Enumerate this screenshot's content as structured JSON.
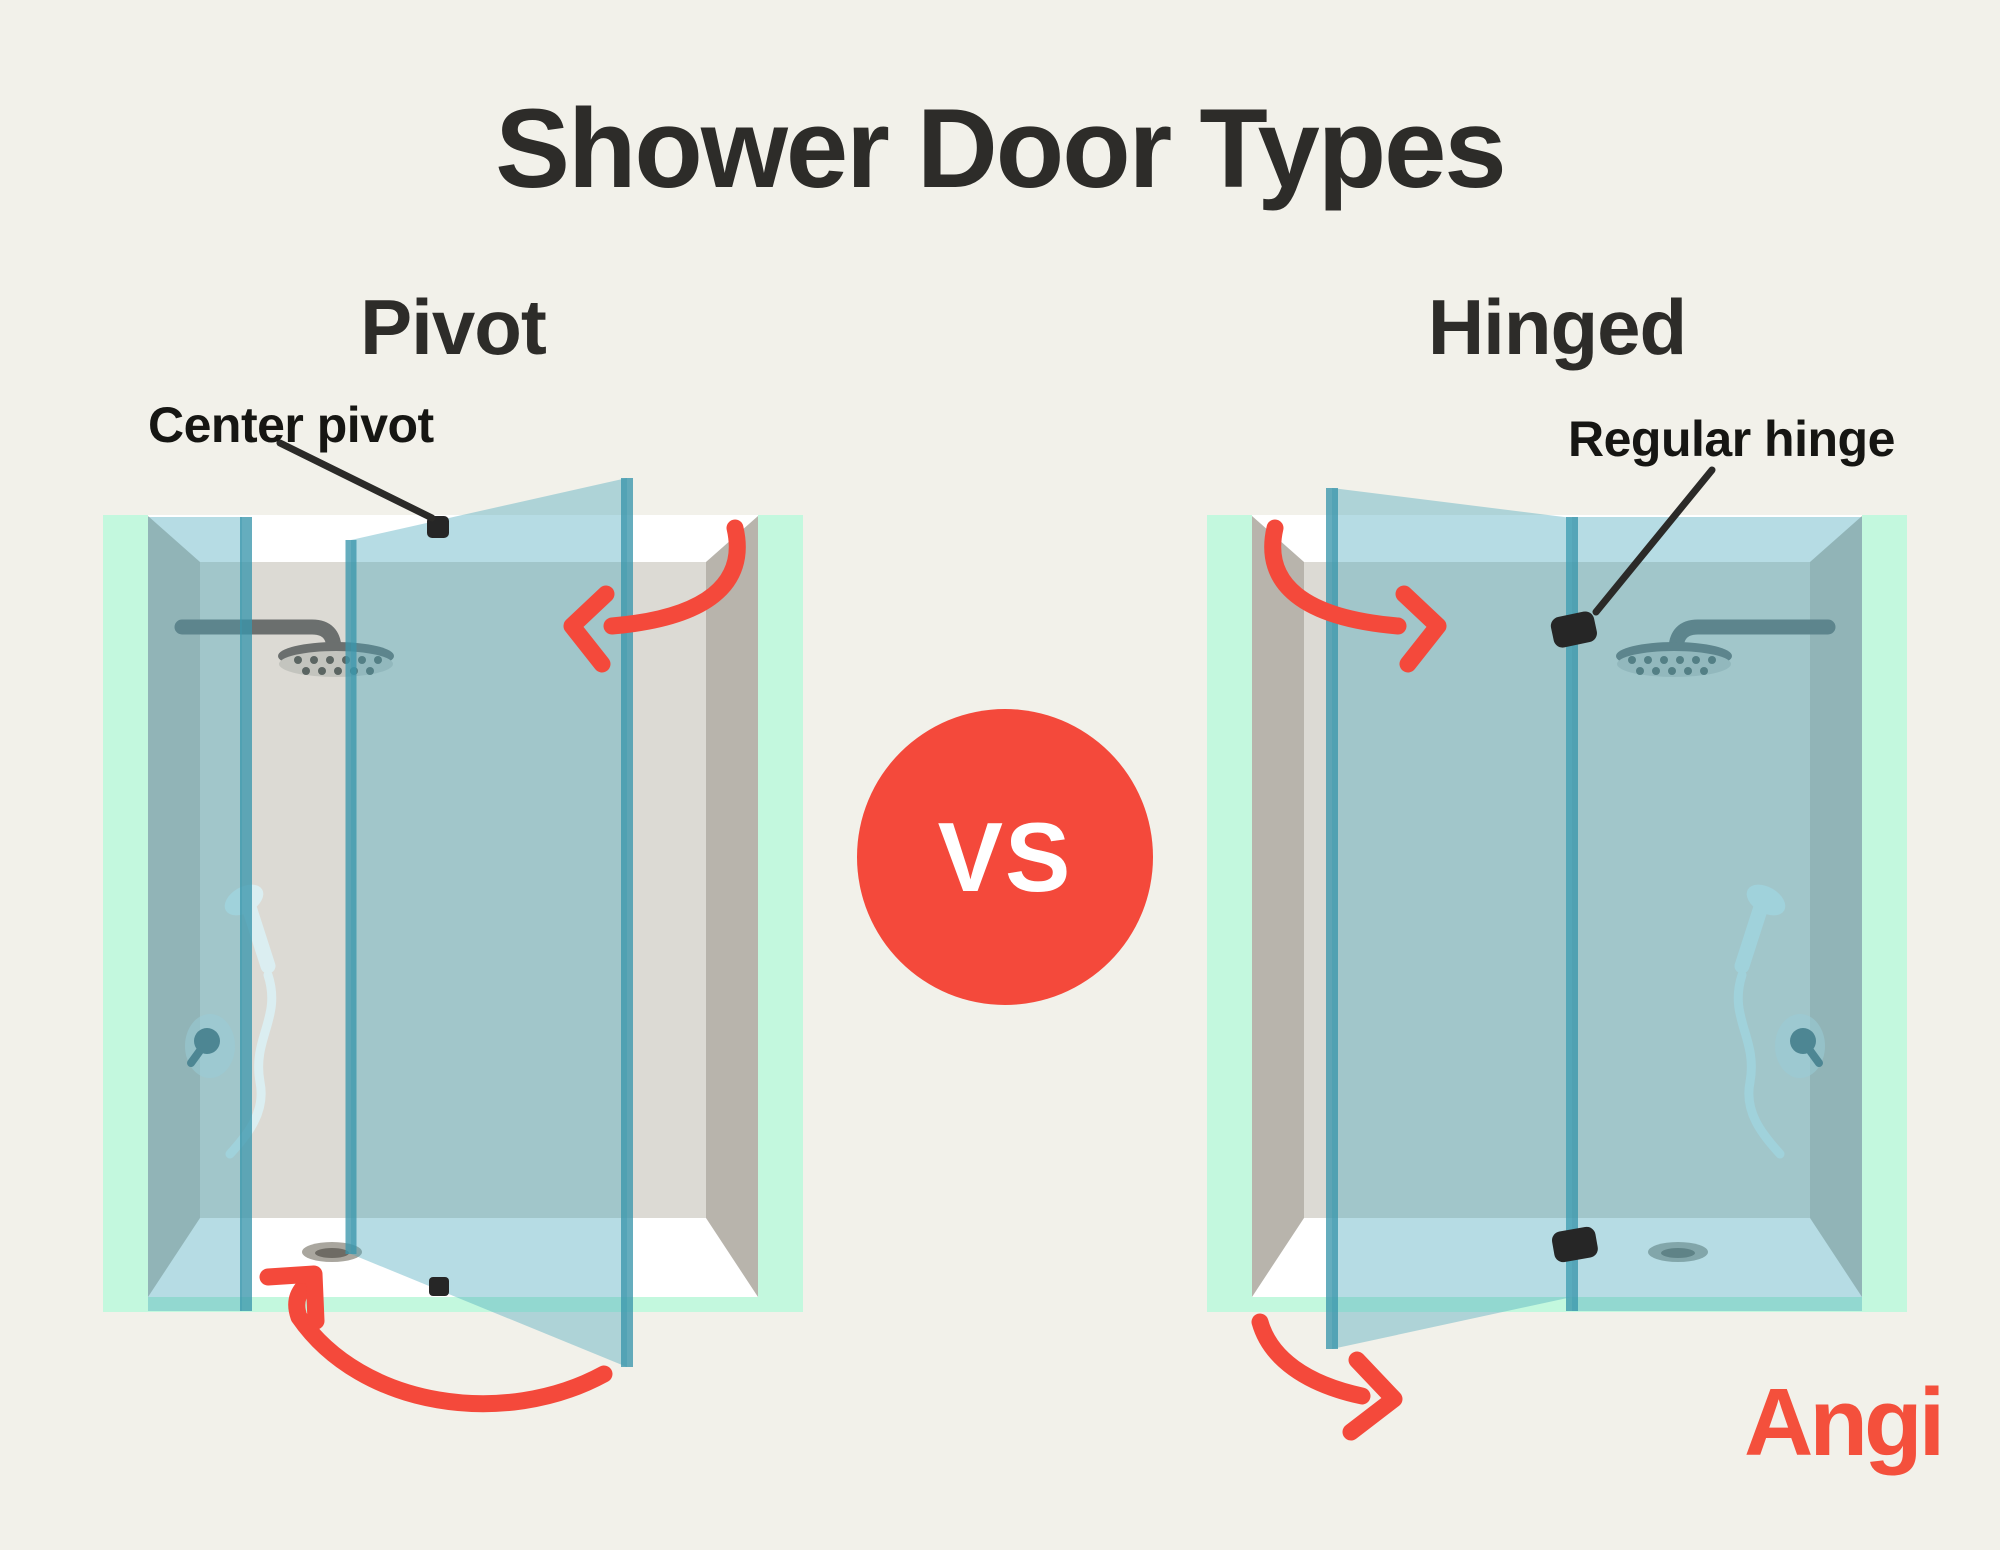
{
  "title": "Shower Door Types",
  "comparison": {
    "vs_label": "VS"
  },
  "panels": [
    {
      "id": "pivot",
      "heading": "Pivot",
      "annotation": "Center pivot"
    },
    {
      "id": "hinged",
      "heading": "Hinged",
      "annotation": "Regular hinge"
    }
  ],
  "brand": {
    "logo_text": "Angi"
  },
  "colors": {
    "background": "#f2f1ea",
    "ink": "#2d2c29",
    "accent_red": "#f4493b",
    "brand_red": "#f4503c",
    "mint_frame": "#c3f8de",
    "glass_teal": "#48a8bc",
    "wall_back": "#dcdad4",
    "wall_side": "#b8b4ac",
    "marker_black": "#262626"
  }
}
